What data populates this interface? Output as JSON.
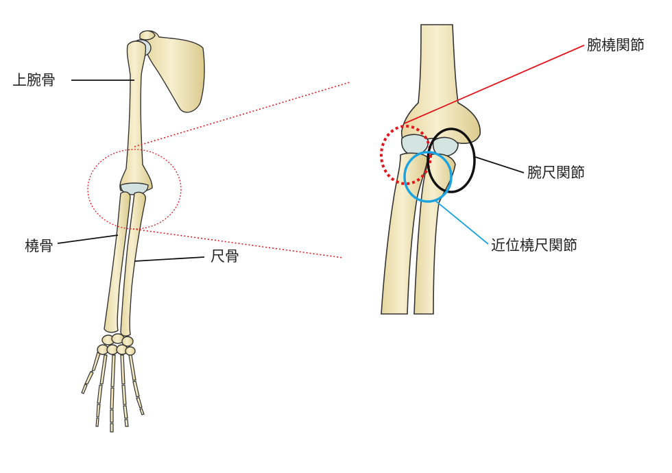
{
  "labels": {
    "humerus": "上腕骨",
    "radius": "橈骨",
    "ulna": "尺骨",
    "humeroradial": "腕橈関節",
    "humeroulnar": "腕尺関節",
    "proximal_radioulnar": "近位橈尺関節"
  },
  "colors": {
    "background": "#ffffff",
    "bone_fill": "#f3e9c2",
    "bone_shade": "#e2d29a",
    "cartilage": "#cfe0e0",
    "outline": "#333333",
    "red_marker": "#e3141b",
    "blue_marker": "#1aa3e0",
    "black_marker": "#111111"
  },
  "markers": {
    "humeroradial": {
      "color_key": "red_marker",
      "style": "dotted-circle"
    },
    "humeroulnar": {
      "color_key": "black_marker",
      "style": "solid-circle"
    },
    "proximal_radioulnar": {
      "color_key": "blue_marker",
      "style": "solid-circle"
    }
  }
}
